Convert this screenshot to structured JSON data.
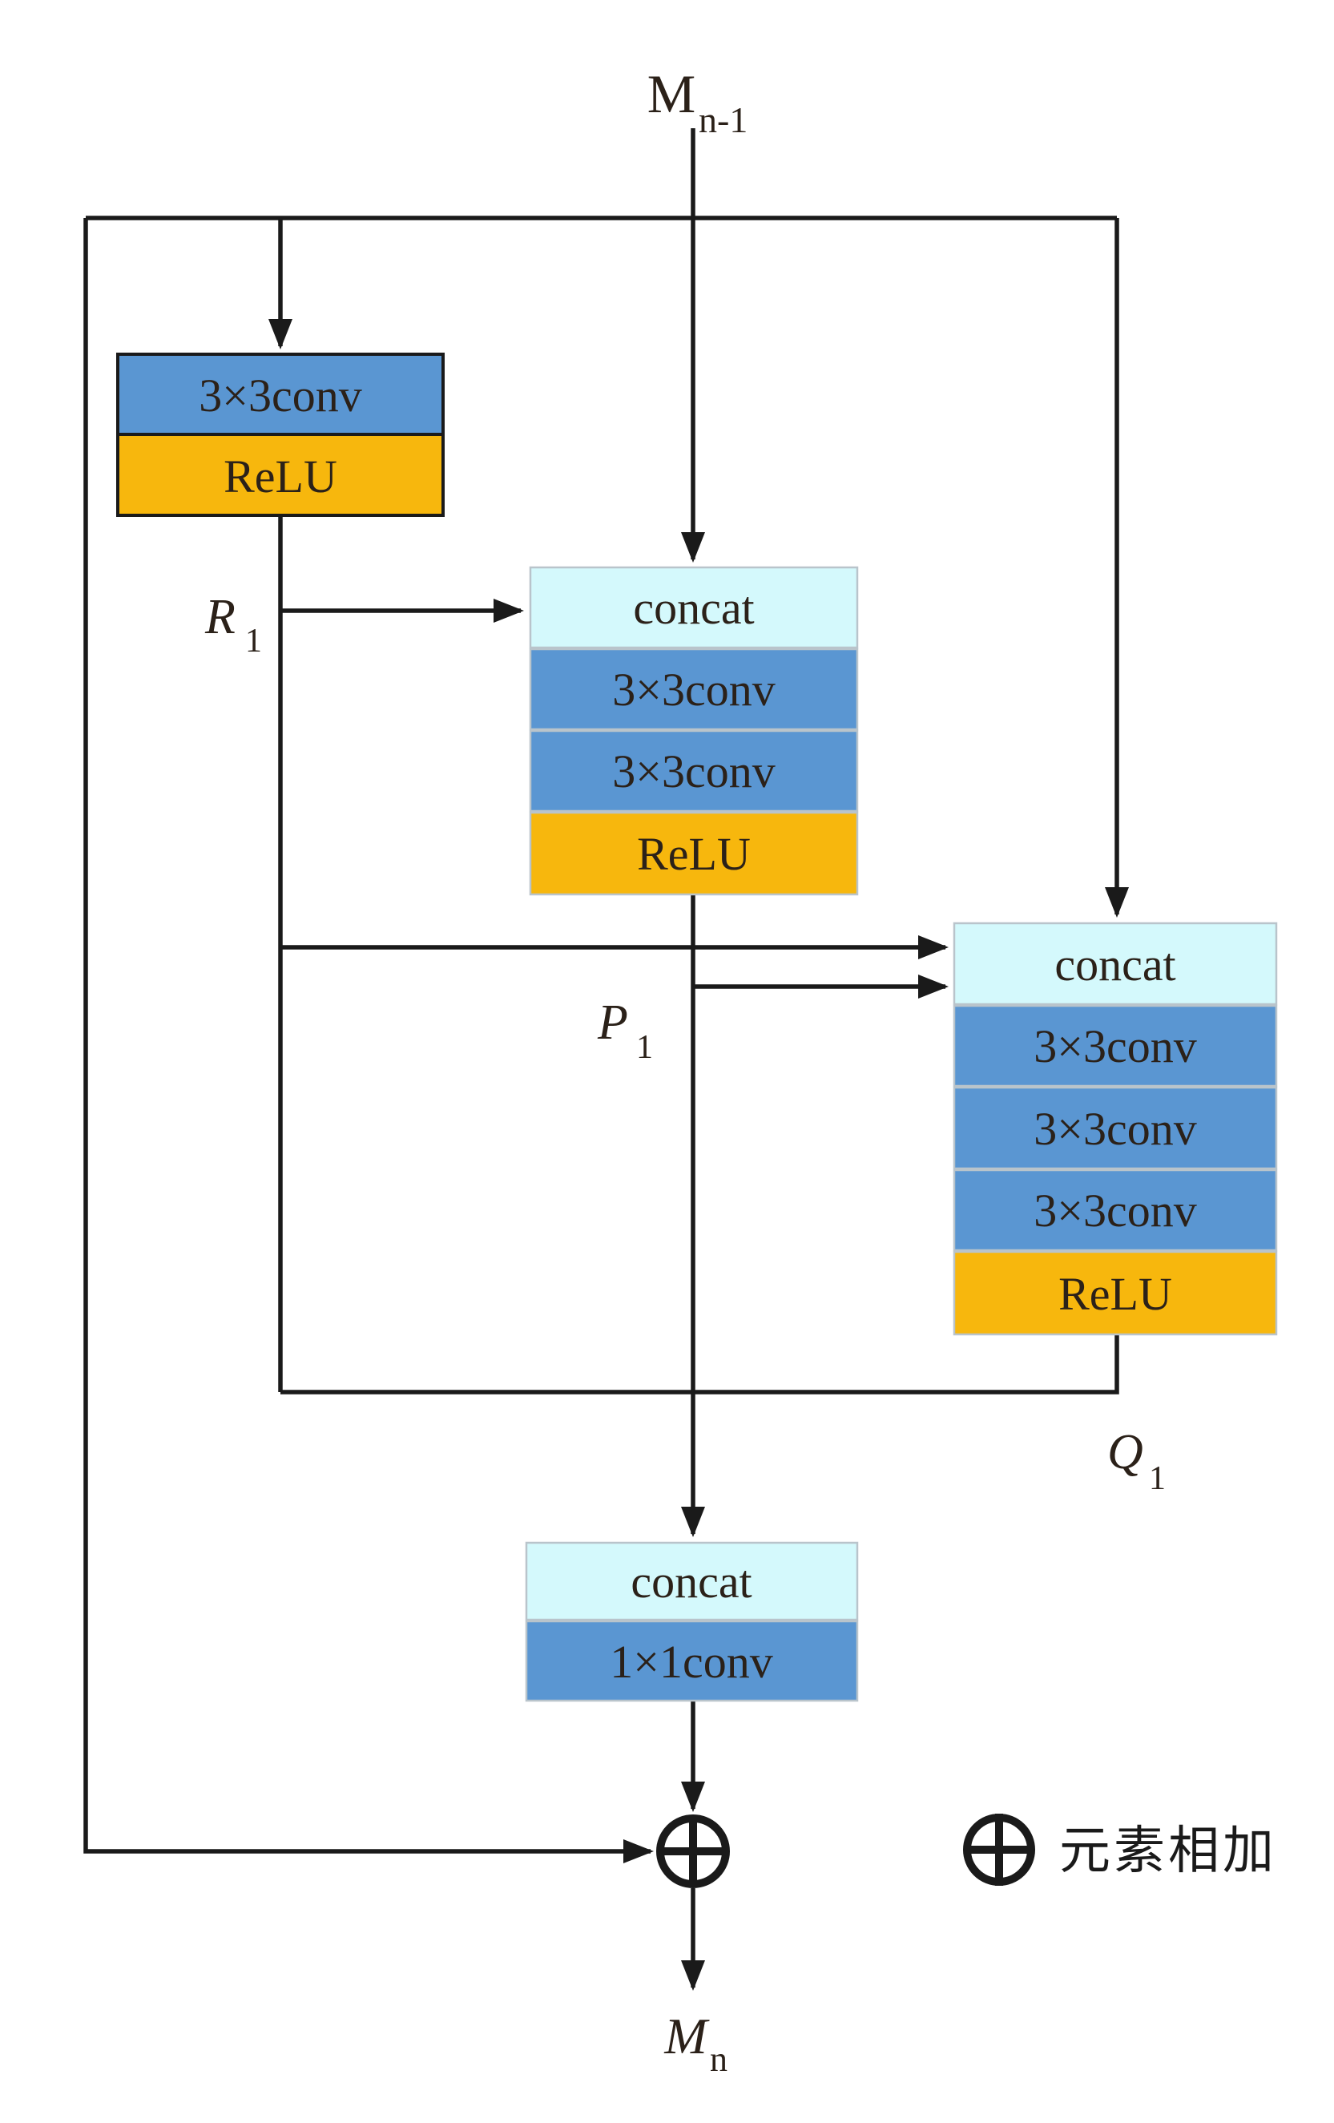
{
  "diagram": {
    "kind": "neural-network block diagram",
    "input_label": {
      "base": "M",
      "sub": "n-1"
    },
    "output_label": {
      "base": "M",
      "sub": "n"
    },
    "edge_labels": {
      "r1": {
        "base": "R",
        "sub": "1"
      },
      "p1": {
        "base": "P",
        "sub": "1"
      },
      "q1": {
        "base": "Q",
        "sub": "1"
      }
    },
    "blocks": {
      "left": {
        "rows": [
          "3×3conv",
          "ReLU"
        ]
      },
      "middle": {
        "rows": [
          "concat",
          "3×3conv",
          "3×3conv",
          "ReLU"
        ]
      },
      "right": {
        "rows": [
          "concat",
          "3×3conv",
          "3×3conv",
          "3×3conv",
          "ReLU"
        ]
      },
      "bottom": {
        "rows": [
          "concat",
          "1×1conv"
        ]
      }
    },
    "legend": {
      "symbol": "circle-plus",
      "text": "元素相加"
    },
    "colors": {
      "conv_blue": "#5A96D2",
      "relu_orange": "#F7B70D",
      "concat_cyan": "#D4F9FC",
      "wire_black": "#1A1A1A"
    }
  }
}
